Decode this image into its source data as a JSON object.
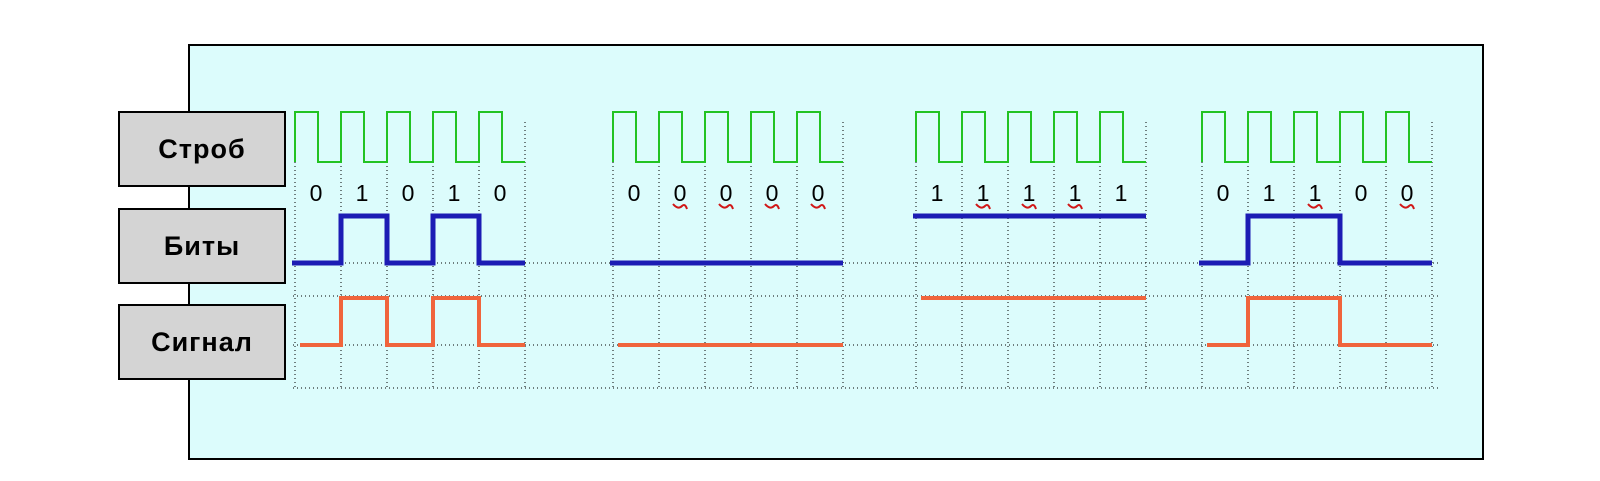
{
  "labels": {
    "strobe": "Строб",
    "bits": "Биты",
    "signal": "Сигнал"
  },
  "colors": {
    "panel_background": "#dcfcfc",
    "label_background": "#d4d4d4",
    "strobe": "#22c322",
    "bits": "#1c1cb4",
    "signal": "#f0643c",
    "grid": "#000000",
    "bit_mark": "#d01818"
  },
  "groups": [
    {
      "bits": [
        "0",
        "1",
        "0",
        "1",
        "0"
      ],
      "levels": [
        0,
        1,
        0,
        1,
        0
      ],
      "marked": [
        false,
        false,
        false,
        false,
        false
      ]
    },
    {
      "bits": [
        "0",
        "0",
        "0",
        "0",
        "0"
      ],
      "levels": [
        0,
        0,
        0,
        0,
        0
      ],
      "marked": [
        false,
        true,
        true,
        true,
        true
      ]
    },
    {
      "bits": [
        "1",
        "1",
        "1",
        "1",
        "1"
      ],
      "levels": [
        1,
        1,
        1,
        1,
        1
      ],
      "marked": [
        false,
        true,
        true,
        true,
        false
      ]
    },
    {
      "bits": [
        "0",
        "1",
        "1",
        "0",
        "0"
      ],
      "levels": [
        0,
        1,
        1,
        0,
        0
      ],
      "marked": [
        false,
        false,
        true,
        false,
        true
      ]
    }
  ]
}
